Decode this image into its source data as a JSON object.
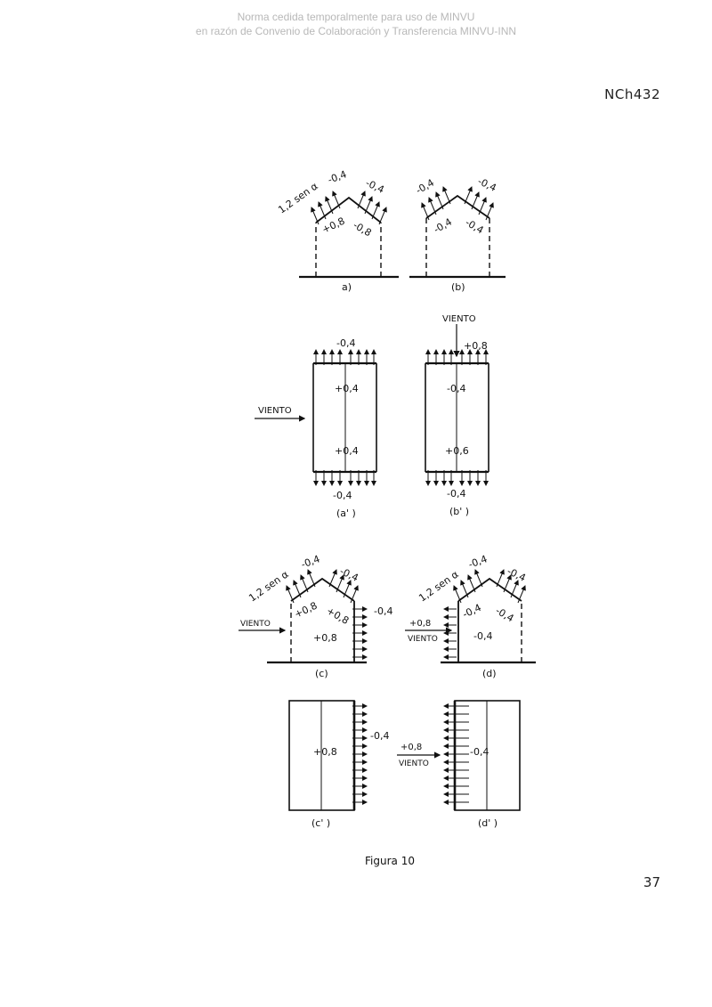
{
  "watermark": {
    "line1": "Norma cedida temporalmente para uso de MINVU",
    "line2": "en razón de Convenio de Colaboración y Transferencia MINVU-INN"
  },
  "header": {
    "standard_code": "NCh432"
  },
  "figure": {
    "caption": "Figura 10",
    "wind_label": "VIENTO",
    "panels": {
      "a": {
        "label": "a)",
        "slope_label": "1,2 sen α",
        "top_left": "-0,4",
        "top_right": "-0,4",
        "under_left": "+0,8",
        "under_right": "-0,8"
      },
      "b": {
        "label": "(b)",
        "top_left": "-0,4",
        "top_right": "-0,4",
        "under_left": "-0,4",
        "under_right": "-0,4"
      },
      "a_prime": {
        "label": "(a' )",
        "top": "-0,4",
        "upper": "+0,4",
        "lower": "+0,4",
        "bottom": "-0,4"
      },
      "b_prime": {
        "label": "(b' )",
        "top": "+0,8",
        "upper": "-0,4",
        "lower": "+0,6",
        "bottom": "-0,4"
      },
      "c": {
        "label": "(c)",
        "slope_label": "1,2 sen α",
        "top_left": "-0,4",
        "top_right": "-0,4",
        "under_left": "+0,8",
        "under_right": "+0,8",
        "inside": "+0,8",
        "side": "-0,4"
      },
      "d": {
        "label": "(d)",
        "slope_label": "1,2 sen α",
        "top_left": "-0,4",
        "top_right": "-0,4",
        "under_left": "-0,4",
        "under_right": "-0,4",
        "side": "+0,8",
        "inside": "-0,4"
      },
      "c_prime": {
        "label": "(c' )",
        "inside": "+0,8",
        "side": "-0,4"
      },
      "d_prime": {
        "label": "(d' )",
        "side": "+0,8",
        "inside": "-0,4"
      }
    }
  },
  "footer": {
    "page_number": "37"
  }
}
